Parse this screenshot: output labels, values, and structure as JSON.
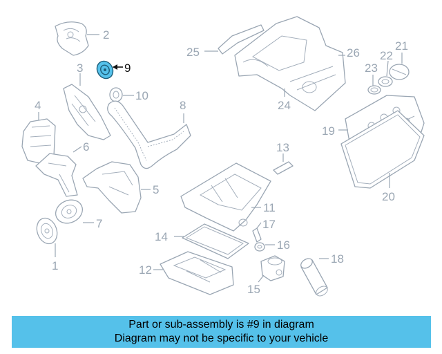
{
  "callouts": {
    "c1": "1",
    "c2": "2",
    "c3": "3",
    "c4": "4",
    "c5": "5",
    "c6": "6",
    "c7": "7",
    "c8": "8",
    "c9": "9",
    "c10": "10",
    "c11": "11",
    "c12": "12",
    "c13": "13",
    "c14": "14",
    "c15": "15",
    "c16": "16",
    "c17": "17",
    "c18": "18",
    "c19": "19",
    "c20": "20",
    "c21": "21",
    "c22": "22",
    "c23": "23",
    "c24": "24",
    "c25": "25",
    "c26": "26"
  },
  "highlighted_part": "9",
  "colors": {
    "highlight": "#55c1ea",
    "line": "#9aa6b3",
    "banner": "#55c1ea"
  },
  "banner": {
    "line1": "Part or sub-assembly is #9 in diagram",
    "line2": "Diagram may not be specific to your vehicle"
  }
}
